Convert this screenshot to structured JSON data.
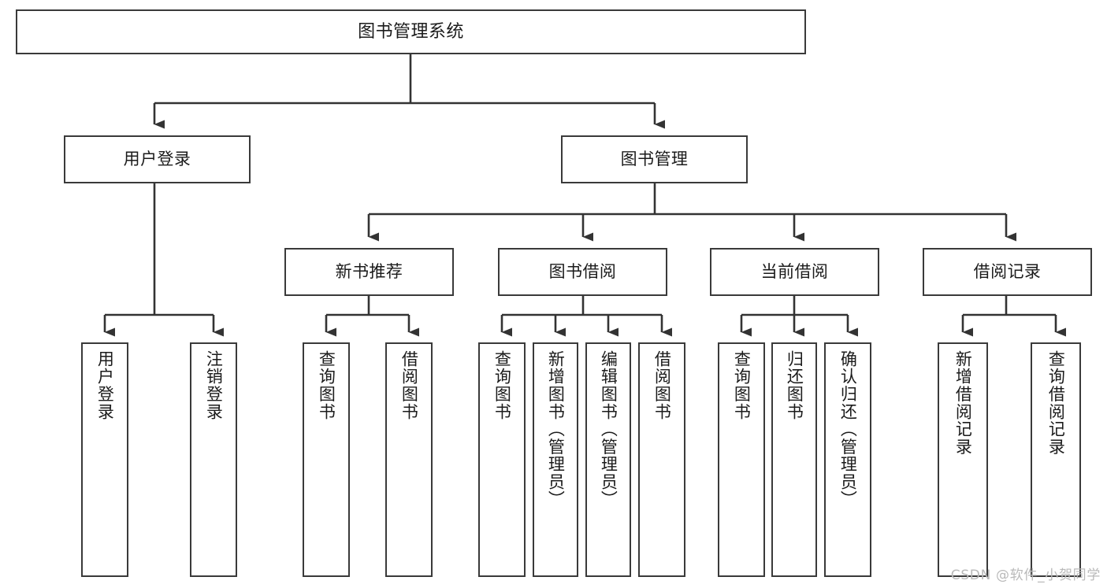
{
  "diagram": {
    "title": "图书管理系统",
    "type": "tree",
    "watermark": "CSDN @软件_小贺同学",
    "colors": {
      "box_border": "#3a3a3a",
      "box_fill": "#ffffff",
      "line": "#333333",
      "text": "#1b1b1b",
      "watermark": "#b9b9b9"
    },
    "levels": [
      {
        "level": 1,
        "nodes": [
          {
            "id": "root",
            "label": "图书管理系统",
            "orientation": "horizontal"
          }
        ]
      },
      {
        "level": 2,
        "nodes": [
          {
            "id": "login",
            "label": "用户登录",
            "orientation": "horizontal",
            "parent": "root"
          },
          {
            "id": "bookmgmt",
            "label": "图书管理",
            "orientation": "horizontal",
            "parent": "root"
          }
        ]
      },
      {
        "level": 3,
        "nodes": [
          {
            "id": "newbook",
            "label": "新书推荐",
            "orientation": "horizontal",
            "parent": "bookmgmt"
          },
          {
            "id": "borrow",
            "label": "图书借阅",
            "orientation": "horizontal",
            "parent": "bookmgmt"
          },
          {
            "id": "current",
            "label": "当前借阅",
            "orientation": "horizontal",
            "parent": "bookmgmt"
          },
          {
            "id": "records",
            "label": "借阅记录",
            "orientation": "horizontal",
            "parent": "bookmgmt"
          }
        ]
      },
      {
        "level": 4,
        "nodes": [
          {
            "id": "leaf-user-login",
            "label": "用户登录",
            "orientation": "vertical",
            "parent": "login"
          },
          {
            "id": "leaf-user-logout",
            "label": "注销登录",
            "orientation": "vertical",
            "parent": "login"
          },
          {
            "id": "leaf-query-book-1",
            "label": "查询图书",
            "orientation": "vertical",
            "parent": "newbook"
          },
          {
            "id": "leaf-borrow-book-1",
            "label": "借阅图书",
            "orientation": "vertical",
            "parent": "newbook"
          },
          {
            "id": "leaf-query-book-2",
            "label": "查询图书",
            "orientation": "vertical",
            "parent": "borrow"
          },
          {
            "id": "leaf-add-book",
            "label": "新增图书（管理员）",
            "orientation": "vertical",
            "parent": "borrow"
          },
          {
            "id": "leaf-edit-book",
            "label": "编辑图书（管理员）",
            "orientation": "vertical",
            "parent": "borrow"
          },
          {
            "id": "leaf-borrow-book-2",
            "label": "借阅图书",
            "orientation": "vertical",
            "parent": "borrow"
          },
          {
            "id": "leaf-query-book-3",
            "label": "查询图书",
            "orientation": "vertical",
            "parent": "current"
          },
          {
            "id": "leaf-return-book",
            "label": "归还图书",
            "orientation": "vertical",
            "parent": "current"
          },
          {
            "id": "leaf-confirm-return",
            "label": "确认归还（管理员）",
            "orientation": "vertical",
            "parent": "current"
          },
          {
            "id": "leaf-add-record",
            "label": "新增借阅记录",
            "orientation": "vertical",
            "parent": "records"
          },
          {
            "id": "leaf-query-record",
            "label": "查询借阅记录",
            "orientation": "vertical",
            "parent": "records"
          }
        ]
      }
    ]
  }
}
